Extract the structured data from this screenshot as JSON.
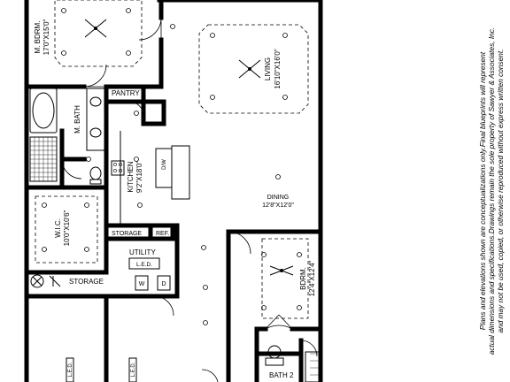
{
  "rooms": {
    "master_bedroom": {
      "name": "M. BDRM.",
      "dims": "17'0\"X15'0\""
    },
    "master_bath": {
      "name": "M. BATH"
    },
    "pantry": {
      "name": "PANTRY"
    },
    "living": {
      "name": "LIVING",
      "dims": "16'10\"X16'0\""
    },
    "kitchen": {
      "name": "KITCHEN",
      "dims": "9'2\"X18'0\""
    },
    "dw": {
      "name": "D/W"
    },
    "dining": {
      "name": "DINING",
      "dims": "12'8\"X12'0\""
    },
    "wic": {
      "name": "W.I.C.",
      "dims": "10'0\"X10'6\""
    },
    "storage_small": {
      "name": "STORAGE"
    },
    "ref": {
      "name": "REF."
    },
    "utility": {
      "name": "UTILITY"
    },
    "led": {
      "name": "L.E.D."
    },
    "washer": {
      "name": "W"
    },
    "dryer": {
      "name": "D"
    },
    "storage": {
      "name": "STORAGE"
    },
    "bedroom": {
      "name": "BDRM.",
      "dims": "12'4\"X12'4\""
    },
    "bath2": {
      "name": "BATH 2"
    },
    "garage_led_1": {
      "name": "L.E.D."
    },
    "garage_led_2": {
      "name": "L.E.D."
    }
  },
  "disclaimer": {
    "line1": "Plans and elevations shown are conceptualizations only.Final blueprints will represent",
    "line2": "actual dimensions and specifications.Drawings remain the sole property of Sawyer & Associates, Inc.",
    "line3": "and may not be used, copied, or otherwise reproduced without express written consent."
  }
}
